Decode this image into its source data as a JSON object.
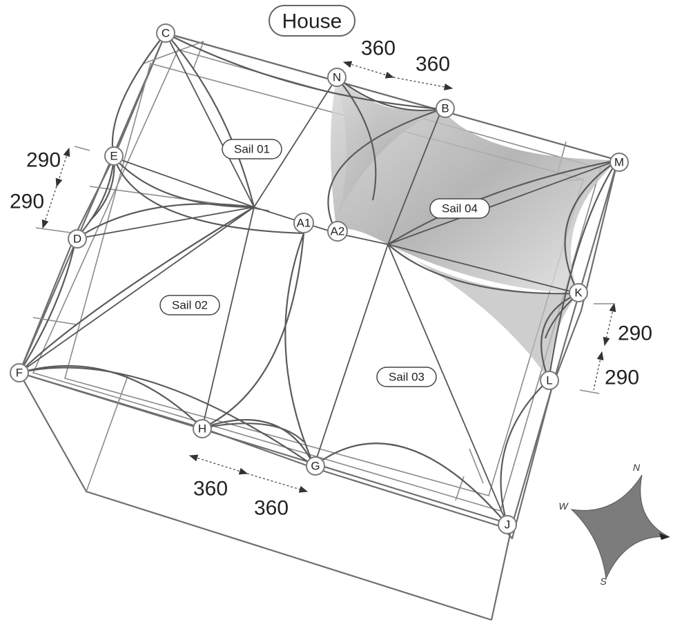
{
  "title": "House",
  "sails": {
    "sail_01": "Sail 01",
    "sail_02": "Sail 02",
    "sail_03": "Sail 03",
    "sail_04": "Sail 04"
  },
  "nodes": {
    "c": "C",
    "n": "N",
    "b": "B",
    "m": "M",
    "e": "E",
    "d": "D",
    "a1": "A1",
    "a2": "A2",
    "k": "K",
    "l": "L",
    "f": "F",
    "h": "H",
    "g": "G",
    "j": "J"
  },
  "dimensions": {
    "top_left": "360",
    "top_right": "360",
    "left_upper": "290",
    "left_lower": "290",
    "right_upper": "290",
    "right_lower": "290",
    "bottom_left": "360",
    "bottom_right": "360"
  },
  "compass": {
    "n": "N",
    "w": "W",
    "s": "S"
  },
  "colors": {
    "frame": "#6e6e6e",
    "sail_shade": "#9a9a9a",
    "compass_fill": "#7c7c7c"
  }
}
